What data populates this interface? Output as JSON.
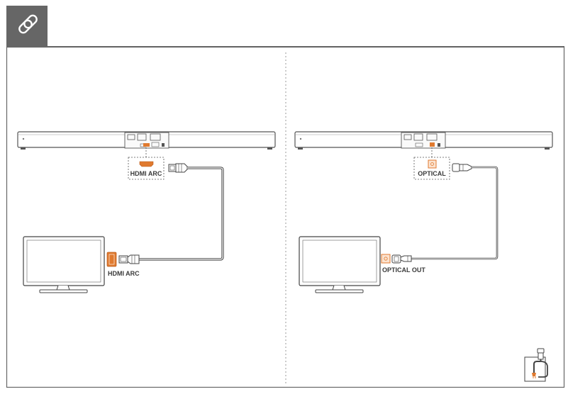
{
  "header": {
    "icon": "link-icon",
    "icon_bg": "#666666"
  },
  "panels": [
    {
      "id": "hdmi",
      "soundbar_port_label": "HDMI ARC",
      "tv_port_label": "HDMI ARC",
      "cable": "hdmi-cable"
    },
    {
      "id": "optical",
      "soundbar_port_label": "OPTICAL",
      "tv_port_label": "OPTICAL OUT",
      "cable": "optical-cable"
    }
  ],
  "colors": {
    "accent": "#e07a2f",
    "line": "#444444",
    "frame": "#666666",
    "divider": "#888888"
  },
  "corner_icon": "cable-accessory-icon"
}
